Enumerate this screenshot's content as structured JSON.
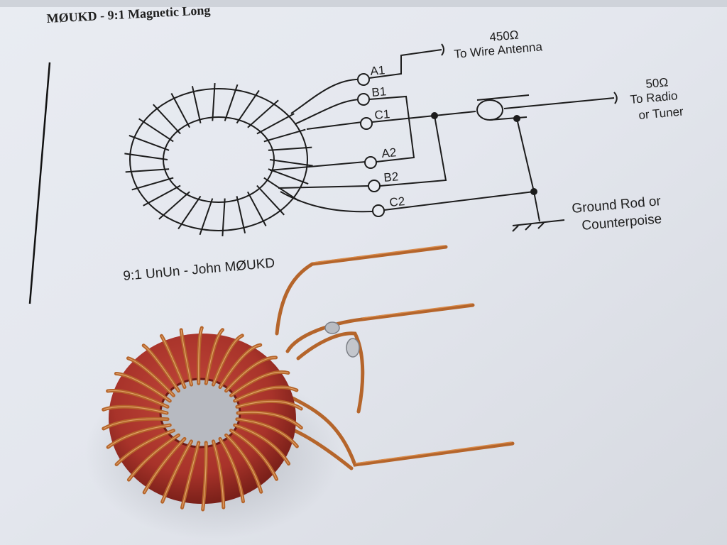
{
  "photo": {
    "paper": {
      "header_text": "MØUKD - 9:1 Magnetic Long",
      "schematic": {
        "terminals": [
          "A1",
          "B1",
          "C1",
          "A2",
          "B2",
          "C2"
        ],
        "antenna_impedance": "450Ω",
        "antenna_label": "To Wire Antenna",
        "radio_impedance": "50Ω",
        "radio_label_line1": "To Radio",
        "radio_label_line2": "or Tuner",
        "ground_label_line1": "Ground Rod or",
        "ground_label_line2": "Counterpoise"
      },
      "caption": "9:1 UnUn - John MØUKD"
    },
    "object": {
      "type": "toroid-transformer",
      "core_color": "#a8332a",
      "wire_color": "#b5652b"
    }
  }
}
